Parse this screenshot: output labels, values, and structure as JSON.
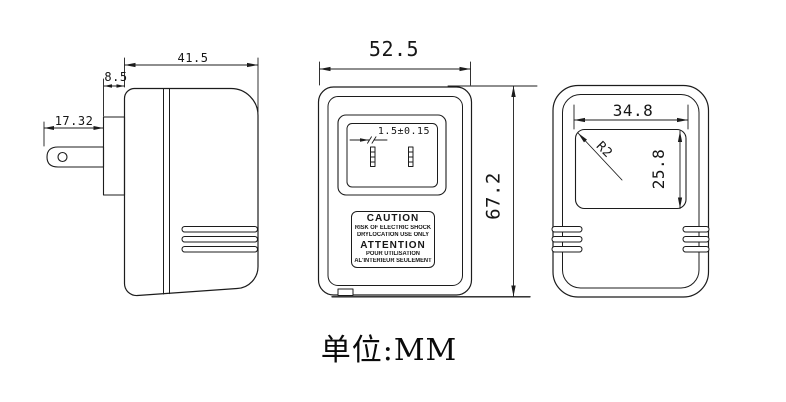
{
  "drawing": {
    "background": "#ffffff",
    "line_color": "#1c1c1c",
    "unit_note": "单位:MM",
    "side_view": {
      "dim_body_width": "41.5",
      "dim_base_thickness": "8.5",
      "dim_prong_length": "17.32"
    },
    "front_view": {
      "dim_width": "52.5",
      "dim_height": "67.2",
      "dim_slot_width": "1.5±0.15",
      "caution_label": {
        "line1": "CAUTION",
        "line2": "RISK OF ELECTRIC SHOCK",
        "line3": "DRYLOCATION USE ONLY",
        "line4": "ATTENTION",
        "line5": "POUR UTILISATION",
        "line6": "AL'INTERIEUR SEULEMENT"
      }
    },
    "rear_view": {
      "dim_recess_width": "34.8",
      "dim_recess_height": "25.8",
      "dim_corner_radius": "R2"
    }
  }
}
